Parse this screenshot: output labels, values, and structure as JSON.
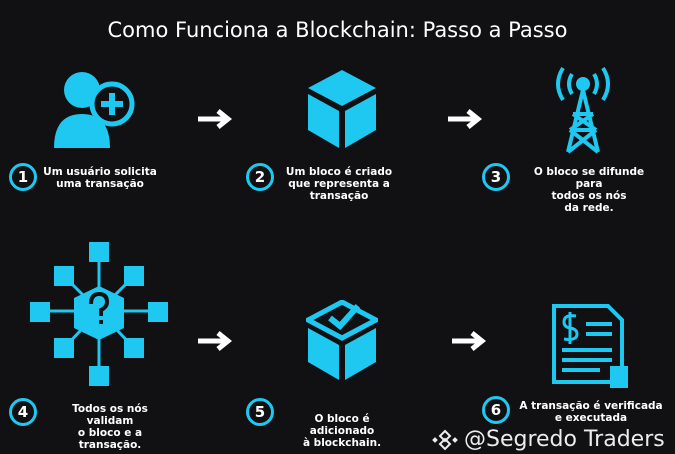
{
  "title": "Como Funciona a Blockchain: Passo a Passo",
  "accent": "#1ec8f0",
  "steps": [
    {
      "num": "1",
      "icon": "user-add-icon",
      "caption": "Um usuário solicita\numa transação"
    },
    {
      "num": "2",
      "icon": "cube-icon",
      "caption": "Um bloco é criado\nque representa a\ntransação"
    },
    {
      "num": "3",
      "icon": "antenna-tower-icon",
      "caption": "O bloco se difunde para\ntodos os nós\nda rede."
    },
    {
      "num": "4",
      "icon": "network-nodes-icon",
      "caption": "Todos os nós validam\no bloco e a\ntransação."
    },
    {
      "num": "5",
      "icon": "cube-check-icon",
      "caption": "O bloco é adicionado\nà blockchain."
    },
    {
      "num": "6",
      "icon": "document-invoice-icon",
      "caption": "A transação é verificada\ne executada"
    }
  ],
  "watermark": "@Segredo Traders"
}
